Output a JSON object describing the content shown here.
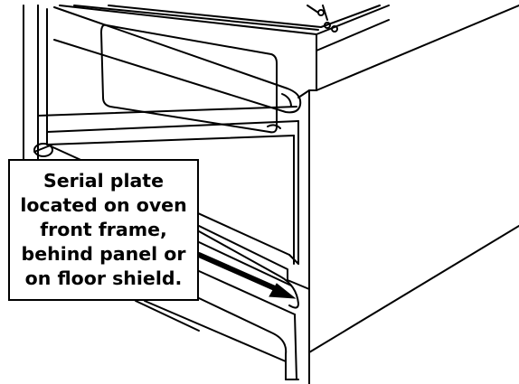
{
  "callout": {
    "lines": [
      "Serial plate",
      "located on oven",
      "front frame,",
      "behind panel or",
      "on floor shield."
    ]
  },
  "colors": {
    "line": "#000000",
    "fill": "#ffffff"
  }
}
